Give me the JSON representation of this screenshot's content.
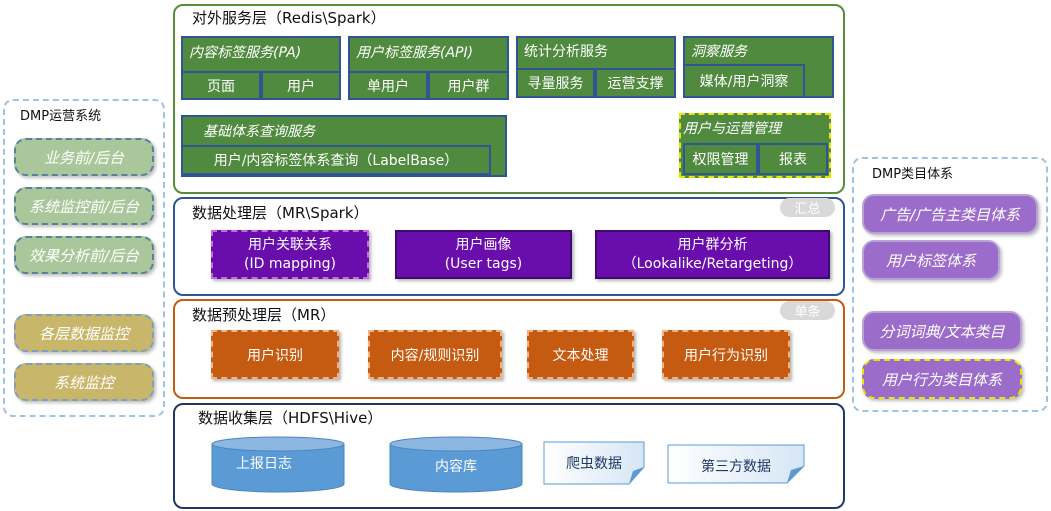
{
  "left_panel": {
    "title": "DMP运营系统",
    "items": [
      "业务前/后台",
      "系统监控前/后台",
      "效果分析前/后台",
      "各层数据监控",
      "系统监控"
    ]
  },
  "right_panel": {
    "title": "DMP类目体系",
    "items": [
      "广告/广告主类目体系",
      "用户标签体系",
      "分词词典/文本类目",
      "用户行为类目体系"
    ]
  },
  "service_layer": {
    "title": "对外服务层（Redis\\Spark）",
    "pa": {
      "title": "内容标签服务(PA)",
      "cells": [
        "页面",
        "用户"
      ]
    },
    "api": {
      "title": "用户标签服务(API)",
      "cells": [
        "单用户",
        "用户群"
      ]
    },
    "stats": {
      "title": "统计分析服务",
      "cells": [
        "寻量服务",
        "运营支撑"
      ]
    },
    "insight": {
      "title": "洞察服务",
      "cells": [
        "媒体/用户洞察"
      ]
    },
    "base": {
      "title": "基础体系查询服务",
      "cells": [
        "用户/内容标签体系查询（LabelBase）"
      ]
    },
    "ops": {
      "title": "用户与运营管理",
      "cells": [
        "权限管理",
        "报表"
      ]
    }
  },
  "processing_layer": {
    "title": "数据处理层（MR\\Spark）",
    "tag": "汇总",
    "boxes": [
      {
        "line1": "用户关联关系",
        "line2": "(ID mapping)"
      },
      {
        "line1": "用户画像",
        "line2": "(User tags)"
      },
      {
        "line1": "用户群分析",
        "line2": "（Lookalike/Retargeting）"
      }
    ]
  },
  "preprocessing_layer": {
    "title": "数据预处理层（MR）",
    "tag": "单条",
    "boxes": [
      "用户识别",
      "内容/规则识别",
      "文本处理",
      "用户行为识别"
    ]
  },
  "collection_layer": {
    "title": "数据收集层（HDFS\\Hive）",
    "databases": [
      "上报日志",
      "内容库"
    ],
    "documents": [
      "爬虫数据",
      "第三方数据"
    ]
  },
  "colors": {
    "green_panel": "#5b8c3a",
    "blue_panel": "#2f5597",
    "orange_panel": "#c55a11",
    "navy_panel": "#1f3864",
    "side_dash": "#9dc3e6"
  }
}
